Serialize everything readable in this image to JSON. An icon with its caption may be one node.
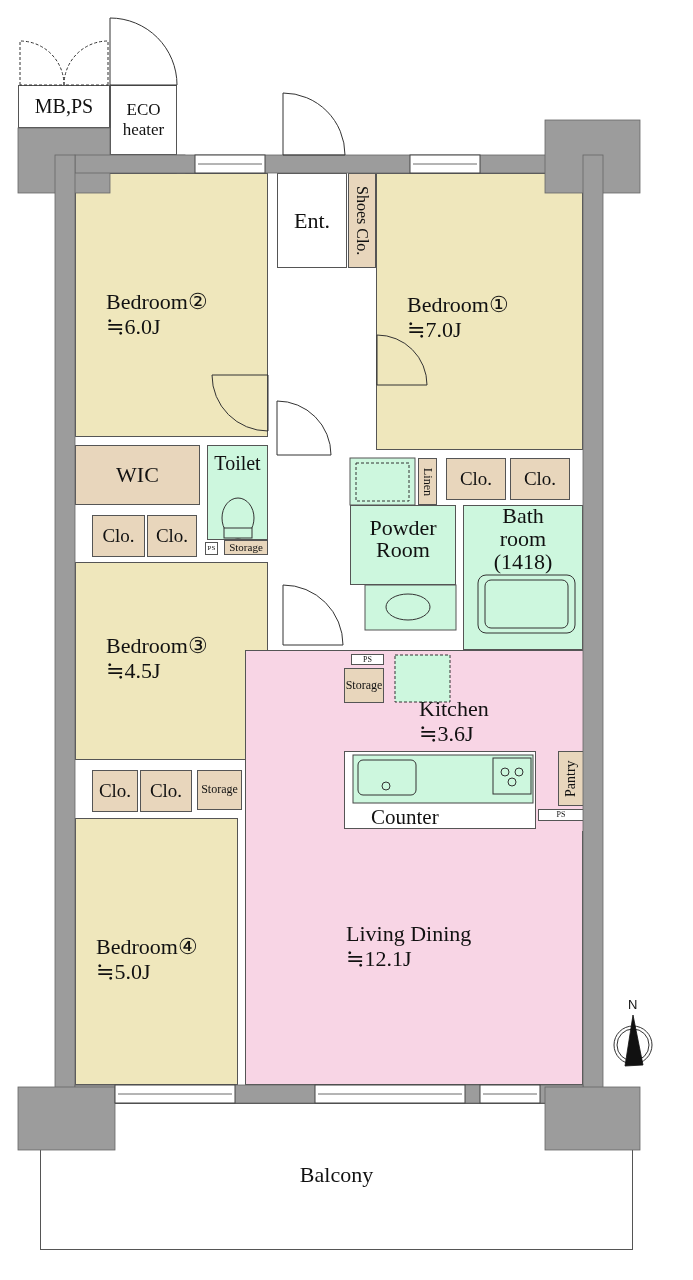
{
  "diagram": {
    "nodes": [
      {
        "text": [
          "MB,PS"
        ]
      },
      {
        "text": [
          "ECO heater"
        ]
      },
      {
        "text": [
          "Ent."
        ]
      },
      {
        "text": [
          "Shoes Clo."
        ]
      },
      {
        "text": [
          "Bedroom②",
          "≒6.0J"
        ]
      },
      {
        "text": [
          "Bedroom①",
          "≒7.0J"
        ]
      },
      {
        "text": [
          "WIC"
        ]
      },
      {
        "text": [
          "Toilet"
        ]
      },
      {
        "text": [
          "Linen"
        ]
      },
      {
        "text": [
          "Clo."
        ]
      },
      {
        "text": [
          "Clo."
        ]
      },
      {
        "text": [
          "Clo."
        ]
      },
      {
        "text": [
          "Clo."
        ]
      },
      {
        "text": [
          "PS"
        ]
      },
      {
        "text": [
          "Storage"
        ]
      },
      {
        "text": [
          "Powder Room"
        ]
      },
      {
        "text": [
          "Bath room (1418)"
        ]
      },
      {
        "text": [
          "Bedroom③",
          "≒4.5J"
        ]
      },
      {
        "text": [
          "Living Dining",
          "≒12.1J"
        ]
      },
      {
        "text": [
          "Kitchen",
          "≒3.6J"
        ],
        "in": 18
      },
      {
        "text": [
          "PS"
        ],
        "in": 19
      },
      {
        "text": [
          "Storage"
        ],
        "in": 19
      },
      {
        "text": [
          "Pantry"
        ],
        "in": 19
      },
      {
        "text": [
          "Counter"
        ],
        "in": 19
      },
      {
        "text": [
          "PS"
        ],
        "in": 19
      },
      {
        "text": [
          "Clo."
        ]
      },
      {
        "text": [
          "Clo."
        ]
      },
      {
        "text": [
          "Storage"
        ]
      },
      {
        "text": [
          "Bedroom④",
          "≒5.0J"
        ]
      },
      {
        "text": [
          "Balcony"
        ]
      }
    ],
    "labels": [
      "N"
    ]
  }
}
